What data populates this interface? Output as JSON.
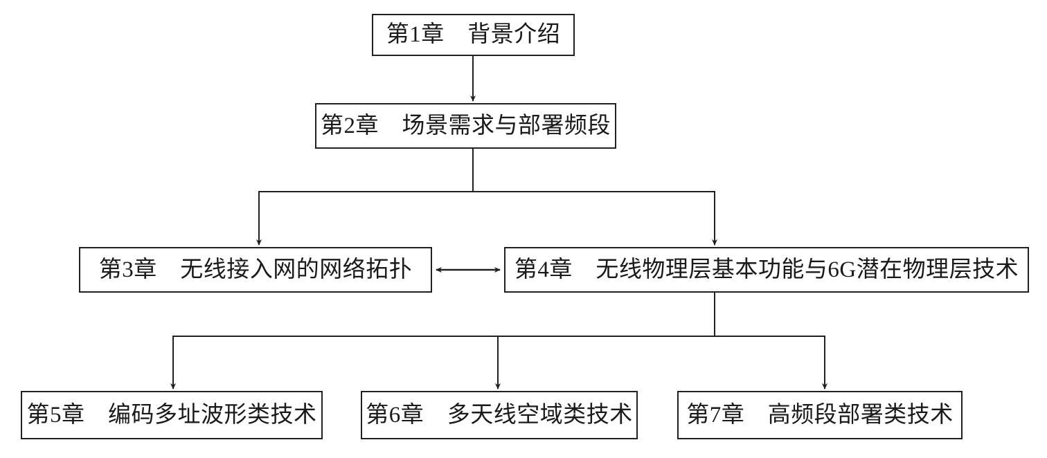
{
  "diagram": {
    "type": "flowchart",
    "description": "Book chapter structure diagram (6G wireless technology book)",
    "colors": {
      "background": "#ffffff",
      "line": "#231f20",
      "box_border": "#231f20",
      "text": "#1a1a1a"
    },
    "boxes": [
      {
        "id": "ch1",
        "label": "第1章　背景介绍"
      },
      {
        "id": "ch2",
        "label": "第2章　场景需求与部署频段"
      },
      {
        "id": "ch3",
        "label": "第3章　无线接入网的网络拓扑"
      },
      {
        "id": "ch4",
        "label": "第4章　无线物理层基本功能与6G潜在物理层技术"
      },
      {
        "id": "ch5",
        "label": "第5章　编码多址波形类技术"
      },
      {
        "id": "ch6",
        "label": "第6章　多天线空域类技术"
      },
      {
        "id": "ch7",
        "label": "第7章　高频段部署类技术"
      }
    ],
    "edges": [
      {
        "from": "ch1",
        "to": "ch2",
        "direction": "down"
      },
      {
        "from": "ch2",
        "to": "ch3",
        "direction": "down"
      },
      {
        "from": "ch2",
        "to": "ch4",
        "direction": "down"
      },
      {
        "from": "ch3",
        "to": "ch4",
        "direction": "bidirectional"
      },
      {
        "from": "ch4",
        "to": "ch5",
        "direction": "down"
      },
      {
        "from": "ch4",
        "to": "ch6",
        "direction": "down"
      },
      {
        "from": "ch4",
        "to": "ch7",
        "direction": "down"
      }
    ]
  }
}
